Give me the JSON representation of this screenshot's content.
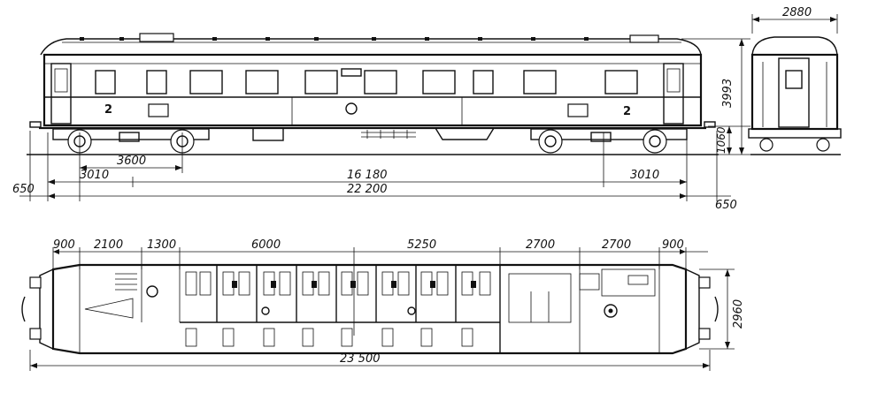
{
  "side_view": {
    "dimensions": {
      "bogie_wheelbase": "3600",
      "overhang_left": "3010",
      "bogie_centres": "16 180",
      "overhang_right": "3010",
      "length_over_body": "22 200",
      "buffer_left": "650",
      "buffer_right": "650",
      "height": "3993",
      "floor_height": "1060"
    },
    "class_markings": {
      "left": "2",
      "right": "2"
    }
  },
  "end_view": {
    "dimensions": {
      "width": "2880"
    }
  },
  "plan_view": {
    "dimensions": {
      "seg_1": "900",
      "seg_2": "2100",
      "seg_3": "1300",
      "seg_4": "6000",
      "seg_5": "5250",
      "seg_6": "2700",
      "seg_7": "2700",
      "seg_8": "900",
      "overall_length": "23 500",
      "width": "2960"
    }
  }
}
